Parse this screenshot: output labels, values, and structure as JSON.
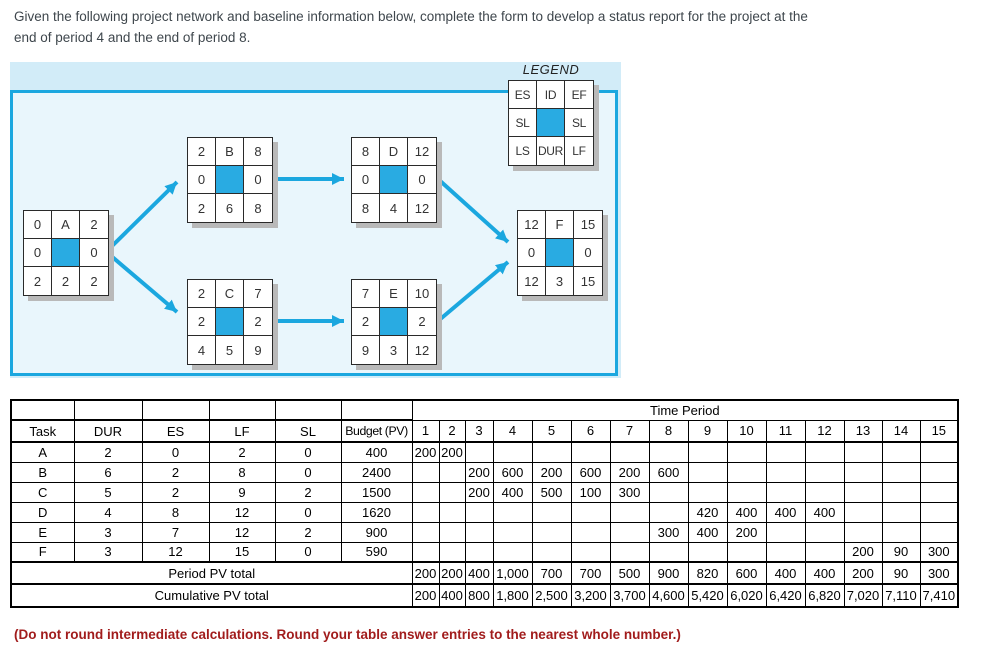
{
  "question": {
    "line1": "Given the following project network and baseline information below, complete the form to develop a status report for the project at the",
    "line2": "end of period 4 and the end of period 8."
  },
  "note": {
    "text": "(Do not round intermediate calculations. Round your table answer entries to the nearest whole number.)"
  },
  "legend": {
    "title": "LEGEND",
    "cells": [
      "ES",
      "ID",
      "EF",
      "SL",
      "",
      "SL",
      "LS",
      "DUR",
      "LF"
    ]
  },
  "network": {
    "nodes": [
      {
        "id": "A",
        "es": 0,
        "ef": 2,
        "sl": 0,
        "ls": 2,
        "dur": 2,
        "lf": 2
      },
      {
        "id": "B",
        "es": 2,
        "ef": 8,
        "sl": 0,
        "ls": 2,
        "dur": 6,
        "lf": 8
      },
      {
        "id": "C",
        "es": 2,
        "ef": 7,
        "sl": 2,
        "ls": 4,
        "dur": 5,
        "lf": 9
      },
      {
        "id": "D",
        "es": 8,
        "ef": 12,
        "sl": 0,
        "ls": 8,
        "dur": 4,
        "lf": 12
      },
      {
        "id": "E",
        "es": 7,
        "ef": 10,
        "sl": 2,
        "ls": 9,
        "dur": 3,
        "lf": 12
      },
      {
        "id": "F",
        "es": 12,
        "ef": 15,
        "sl": 0,
        "ls": 12,
        "dur": 3,
        "lf": 15
      }
    ],
    "edges": [
      {
        "from": "A",
        "to": "B"
      },
      {
        "from": "A",
        "to": "C"
      },
      {
        "from": "B",
        "to": "D"
      },
      {
        "from": "C",
        "to": "E"
      },
      {
        "from": "D",
        "to": "F"
      },
      {
        "from": "E",
        "to": "F"
      }
    ]
  },
  "table": {
    "header_group": "Time Period",
    "columns": [
      "Task",
      "DUR",
      "ES",
      "LF",
      "SL",
      "Budget (PV)"
    ],
    "period_columns": [
      "1",
      "2",
      "3",
      "4",
      "5",
      "6",
      "7",
      "8",
      "9",
      "10",
      "11",
      "12",
      "13",
      "14",
      "15"
    ],
    "rows": [
      {
        "task": "A",
        "dur": 2,
        "es": 0,
        "lf": 2,
        "sl": 0,
        "budget": 400,
        "periods": {
          "1": "200",
          "2": "200"
        }
      },
      {
        "task": "B",
        "dur": 6,
        "es": 2,
        "lf": 8,
        "sl": 0,
        "budget": 2400,
        "periods": {
          "3": "200",
          "4": "600",
          "5": "200",
          "6": "600",
          "7": "200",
          "8": "600"
        }
      },
      {
        "task": "C",
        "dur": 5,
        "es": 2,
        "lf": 9,
        "sl": 2,
        "budget": 1500,
        "periods": {
          "3": "200",
          "4": "400",
          "5": "500",
          "6": "100",
          "7": "300"
        }
      },
      {
        "task": "D",
        "dur": 4,
        "es": 8,
        "lf": 12,
        "sl": 0,
        "budget": 1620,
        "periods": {
          "9": "420",
          "10": "400",
          "11": "400",
          "12": "400"
        }
      },
      {
        "task": "E",
        "dur": 3,
        "es": 7,
        "lf": 12,
        "sl": 2,
        "budget": 900,
        "periods": {
          "8": "300",
          "9": "400",
          "10": "200"
        }
      },
      {
        "task": "F",
        "dur": 3,
        "es": 12,
        "lf": 15,
        "sl": 0,
        "budget": 590,
        "periods": {
          "13": "200",
          "14": "90",
          "15": "300"
        }
      }
    ],
    "period_total_label": "Period PV total",
    "period_totals": [
      "200",
      "200",
      "400",
      "1,000",
      "700",
      "700",
      "500",
      "900",
      "820",
      "600",
      "400",
      "400",
      "200",
      "90",
      "300"
    ],
    "cumulative_label": "Cumulative PV total",
    "cumulative_totals": [
      "200",
      "400",
      "800",
      "1,800",
      "2,500",
      "3,200",
      "3,700",
      "4,600",
      "5,420",
      "6,020",
      "6,420",
      "6,820",
      "7,020",
      "7,110",
      "7,410"
    ]
  },
  "colors": {
    "accent": "#1ba7df",
    "square": "#29abe2",
    "bg_outer": "#d2ecf8",
    "bg_inner": "#e9f6fc",
    "shadow": "#b9b9b9",
    "note_red": "#a11c1c",
    "text_dark": "#3e464c"
  }
}
